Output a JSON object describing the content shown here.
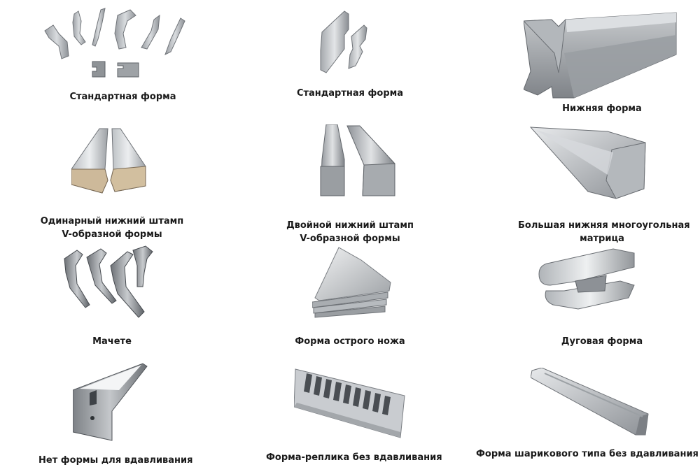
{
  "items": [
    {
      "caption": "Стандартная форма",
      "icon": "standard-punch-set-image"
    },
    {
      "caption": "Стандартная форма",
      "icon": "gooseneck-punch-image"
    },
    {
      "caption": "Нижняя форма",
      "icon": "lower-die-image"
    },
    {
      "caption": "Одинарный нижний штамп V-образной формы",
      "line1": "Одинарный нижний штамп",
      "line2": "V-образной формы",
      "icon": "single-v-die-image"
    },
    {
      "caption": "Двойной нижний штамп V-образной формы",
      "line1": "Двойной нижний штамп",
      "line2": "V-образной формы",
      "icon": "double-v-die-image"
    },
    {
      "caption": "Большая нижняя многоугольная матрица",
      "line1": "Большая нижняя многоугольная",
      "line2": "матрица",
      "icon": "multi-v-die-image"
    },
    {
      "caption": "Мачете",
      "icon": "machete-punch-image"
    },
    {
      "caption": "Форма острого ножа",
      "icon": "sharp-knife-tool-image"
    },
    {
      "caption": "Дуговая форма",
      "icon": "radius-tool-image"
    },
    {
      "caption": "Нет формы для вдавливания",
      "icon": "hemming-die-image"
    },
    {
      "caption": "Форма-реплика без вдавливания",
      "icon": "replica-die-image"
    },
    {
      "caption": "Форма шарикового типа без вдавливания",
      "icon": "ball-type-die-image"
    }
  ]
}
